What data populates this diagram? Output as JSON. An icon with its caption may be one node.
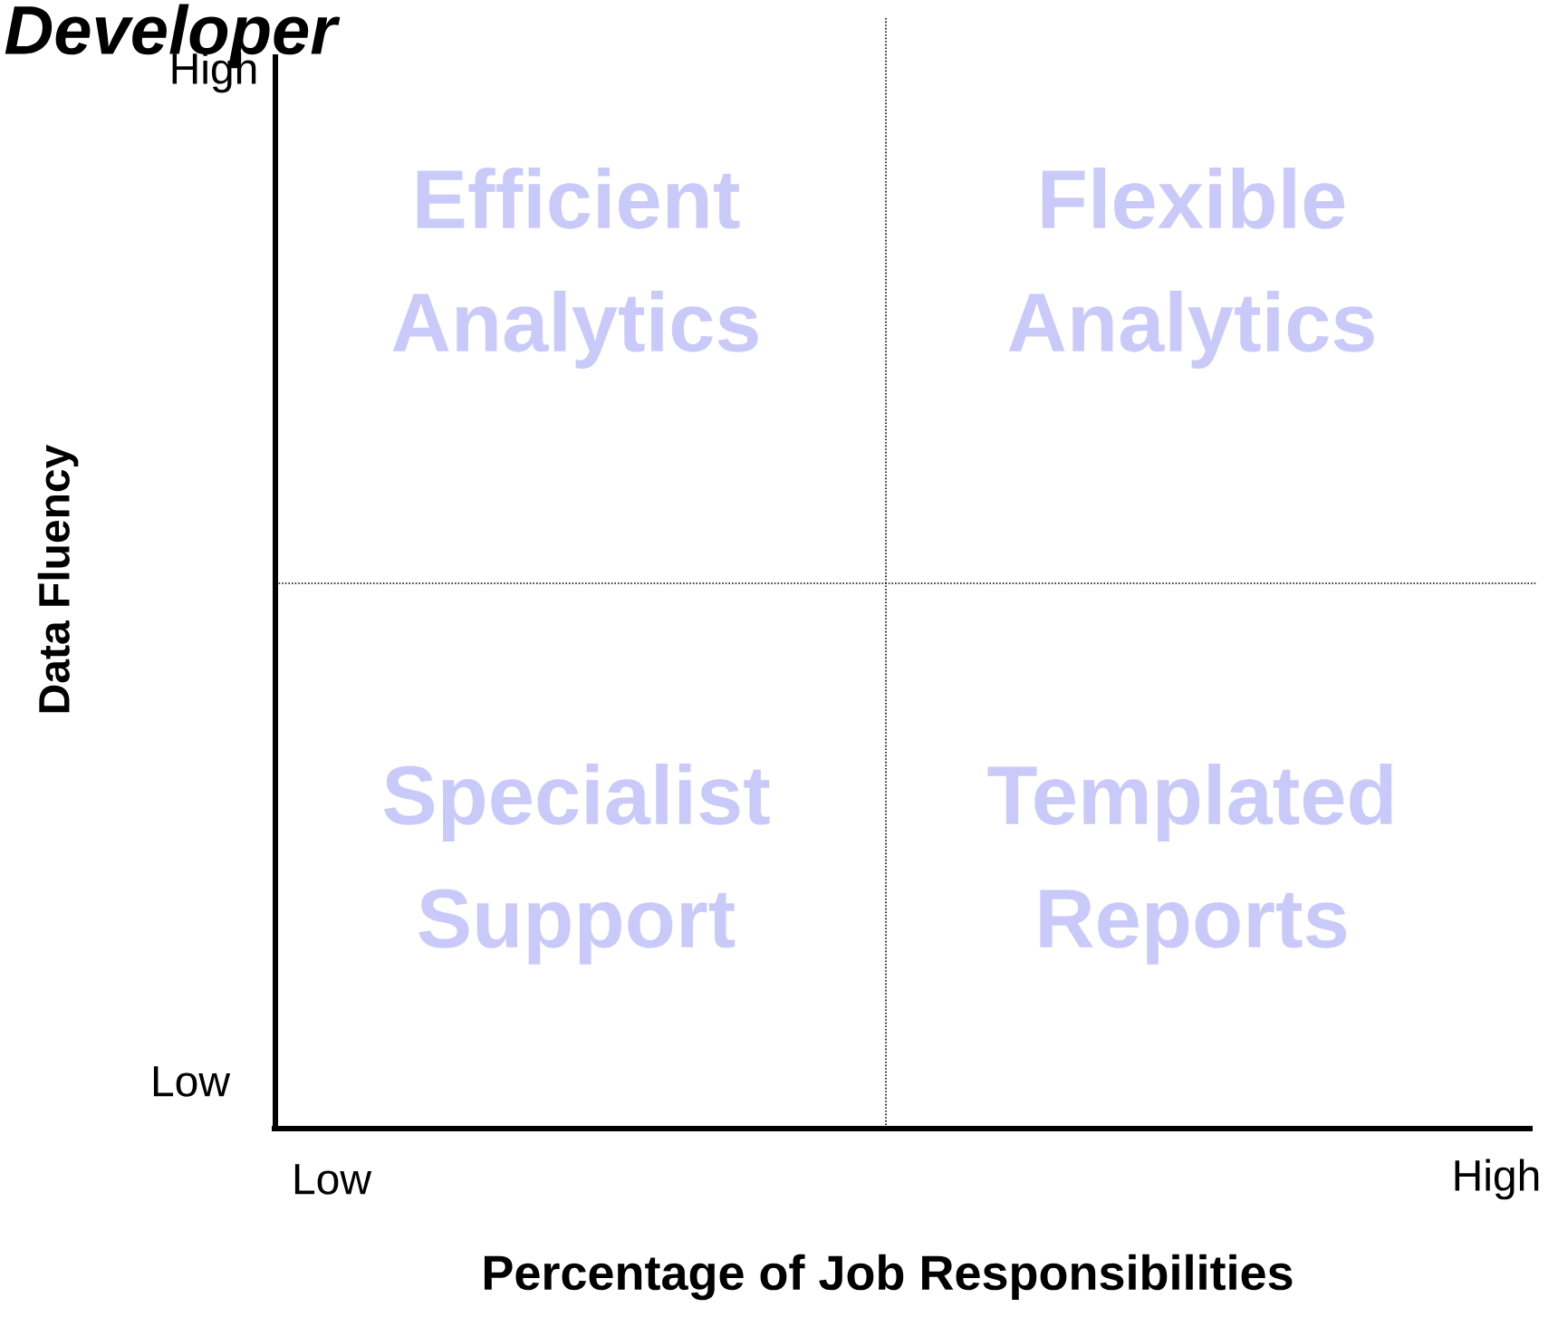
{
  "diagram": {
    "title": "Developer",
    "nodes": [
      {
        "text": [
          "Efficient Analytics"
        ]
      },
      {
        "text": [
          "Flexible Analytics"
        ]
      },
      {
        "text": [
          "Specialist Support"
        ]
      },
      {
        "text": [
          "Templated Reports"
        ]
      }
    ],
    "labels": [
      "High",
      "Data Fluency",
      "Low",
      "Low",
      "High",
      "Percentage of Job Responsibilities"
    ]
  }
}
